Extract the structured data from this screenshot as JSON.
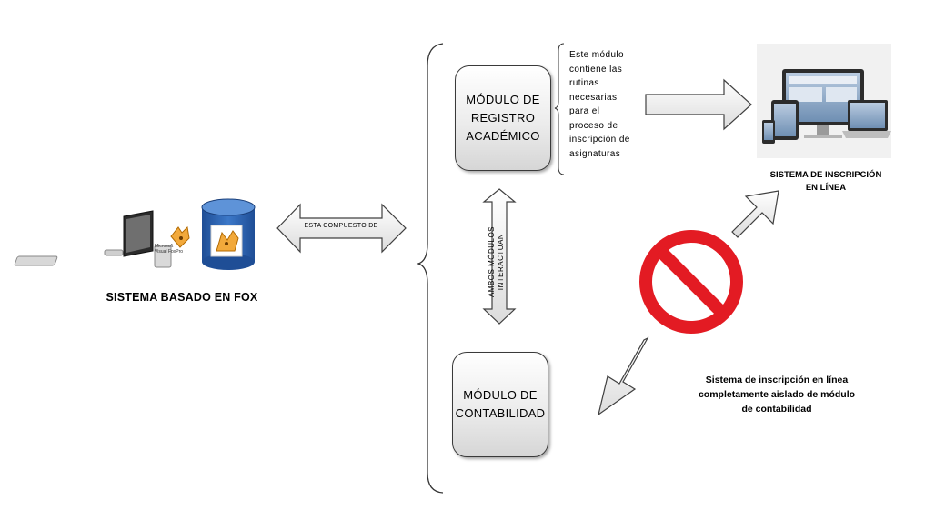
{
  "left_system": {
    "title": "SISTEMA BASADO EN FOX",
    "logo_text_top": "Microsoft",
    "logo_text": "Visual FoxPro"
  },
  "connector_label": "ESTA COMPUESTO DE",
  "module_registro": {
    "label": "MÓDULO DE\nREGISTRO\nACADÉMICO",
    "description": "Este módulo\ncontiene las\nrutinas\nnecesarias\npara el\nproceso de\ninscripción de\nasignaturas"
  },
  "interaction_label": "AMBOS MÓDULOS\nINTERACTUAN",
  "module_contabilidad": {
    "label": "MÓDULO DE\nCONTABILIDAD"
  },
  "online_system": {
    "title": "SISTEMA DE INSCRIPCIÓN\nEN LÍNEA"
  },
  "isolation_note": "Sistema de inscripción en línea\ncompletamente aislado de módulo\nde contabilidad",
  "colors": {
    "prohibit_red": "#e31b23",
    "arrow_stroke": "#404040",
    "cylinder_blue": "#2a5ca8"
  }
}
